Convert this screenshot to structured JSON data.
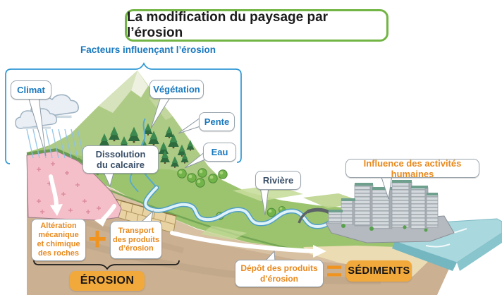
{
  "title": "La modification du paysage par l’érosion",
  "factors_heading": "Facteurs influençant l’érosion",
  "labels": {
    "climat": "Climat",
    "vegetation": "Végétation",
    "pente": "Pente",
    "eau": "Eau",
    "dissolution": "Dissolution\ndu calcaire",
    "riviere": "Rivière",
    "influence": "Influence des activités humaines"
  },
  "erosion_equation": {
    "alteration": "Altération\nmécanique\net chimique\ndes roches",
    "operator": "+",
    "transport": "Transport\ndes produits\nd’érosion",
    "result": "ÉROSION"
  },
  "sediment_equation": {
    "depot": "Dépôt des produits\nd’érosion",
    "operator": "=",
    "result": "SÉDIMENTS"
  },
  "colors": {
    "title_border": "#72b544",
    "factor_text": "#1878be",
    "process_text": "#3a4f68",
    "human_text": "#e8891d",
    "badge_bg": "#f2a93b",
    "bracket": "#2f97d4"
  }
}
